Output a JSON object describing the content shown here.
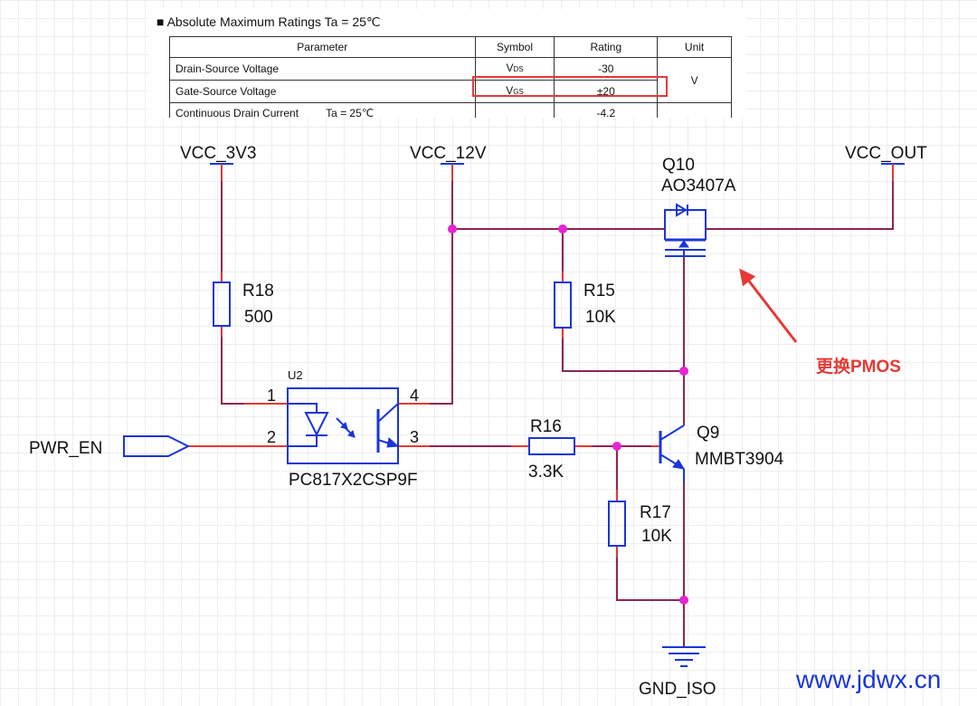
{
  "ratings": {
    "title": "■ Absolute Maximum Ratings Ta = 25℃",
    "headers": {
      "parameter": "Parameter",
      "symbol": "Symbol",
      "rating": "Rating",
      "unit": "Unit"
    },
    "rows": [
      {
        "parameter": "Drain-Source Voltage",
        "symbol_main": "V",
        "symbol_sub": "DS",
        "rating": "-30"
      },
      {
        "parameter": "Gate-Source Voltage",
        "symbol_main": "V",
        "symbol_sub": "GS",
        "rating": "±20"
      },
      {
        "parameter": "Continuous Drain Current",
        "condition": "Ta = 25℃",
        "symbol_main": "",
        "symbol_sub": "",
        "rating": "-4.2"
      }
    ],
    "unit_value": "V",
    "highlight_color": "#e53935"
  },
  "schematic": {
    "power_labels": {
      "vcc_3v3": "VCC_3V3",
      "vcc_12v": "VCC_12V",
      "vcc_out": "VCC_OUT",
      "gnd": "GND_ISO"
    },
    "input_port": "PWR_EN",
    "components": {
      "r18": {
        "ref": "R18",
        "value": "500"
      },
      "r15": {
        "ref": "R15",
        "value": "10K"
      },
      "r16": {
        "ref": "R16",
        "value": "3.3K"
      },
      "r17": {
        "ref": "R17",
        "value": "10K"
      },
      "u2": {
        "ref": "U2",
        "part": "PC817X2CSP9F",
        "pins": [
          "1",
          "2",
          "3",
          "4"
        ]
      },
      "q9": {
        "ref": "Q9",
        "part": "MMBT3904"
      },
      "q10": {
        "ref": "Q10",
        "part": "AO3407A"
      }
    },
    "annotation": "更换PMOS",
    "colors": {
      "wire": "#8e2454",
      "pin": "#e53935",
      "symbol": "#1a35d8",
      "junction": "#e524d3"
    }
  },
  "watermark": "www.jdwx.cn"
}
